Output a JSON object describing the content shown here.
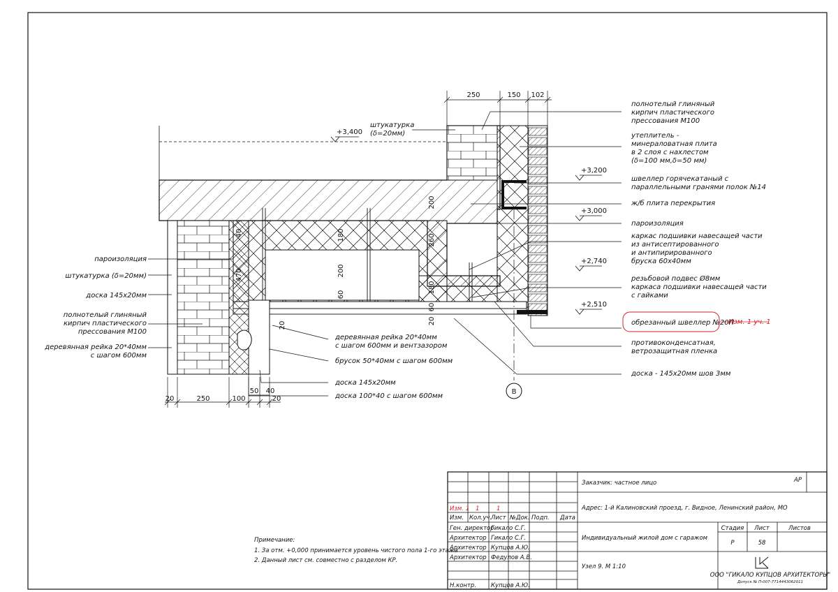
{
  "drawing": {
    "levels": {
      "l3400": "+3,400",
      "l3200": "+3,200",
      "l3000": "+3,000",
      "l2740": "+2,740",
      "l2510": "+2,510"
    },
    "dims_top": [
      "250",
      "150",
      "102"
    ],
    "dims_bottom": [
      "20",
      "250",
      "100",
      "50",
      "40",
      "20"
    ],
    "dims_inner": {
      "d200a": "200",
      "d260": "260",
      "d180a": "180",
      "d180b": "180",
      "d40": "40",
      "d470": "470",
      "d200b": "200",
      "d60a": "60",
      "d60b": "60",
      "d20a": "20",
      "d20b": "20"
    },
    "axis_mark": "В",
    "labels_left": [
      [
        "пароизоляция"
      ],
      [
        "штукатурка (δ=20мм)"
      ],
      [
        "доска 145x20мм"
      ],
      [
        "полнотелый глиняный",
        "кирпич пластического",
        "прессования М100"
      ],
      [
        "деревянная рейка 20*40мм",
        "с шагом 600мм"
      ]
    ],
    "labels_top": [
      "штукатурка",
      "(δ=20мм)"
    ],
    "labels_right": [
      [
        "полнотелый глиняный",
        "кирпич пластического",
        "прессования М100"
      ],
      [
        "утеплитель -",
        "минераловатная плита",
        "в 2 слоя с нахлестом",
        "(δ=100 мм,δ=50 мм)"
      ],
      [
        "швеллер горячекатаный с",
        "параллельными гранями полок №14"
      ],
      [
        "ж/б плита перекрытия"
      ],
      [
        "пароизоляция"
      ],
      [
        "каркас подшивки навесащей части",
        "из антисептированного",
        "и антипирированного",
        "бруска 60х40мм"
      ],
      [
        "резьбовой подвес Ø8мм",
        "каркаса подшивки навесащей части",
        "с гайками"
      ],
      [
        "обрезанный швеллер №20П"
      ],
      [
        "противоконденсатная,",
        "ветрозащитная пленка"
      ],
      [
        "доска - 145х20мм шов 3мм"
      ]
    ],
    "revision_label": "Изм. 1 уч. 1",
    "labels_bottom": [
      [
        "деревянная рейка 20*40мм",
        "с шагом 600мм и вентзазором"
      ],
      [
        "брусок 50*40мм с шагом 600мм"
      ],
      [
        "доска 145x20мм"
      ],
      [
        "доска 100*40 с шагом 600мм"
      ]
    ]
  },
  "notes": {
    "title": "Примечание:",
    "items": [
      "1.   За отм. +0,000 принимается уровень чистого пола 1-го этажа",
      "2.   Данный лист см. совместно с разделом КР."
    ]
  },
  "title_block": {
    "rev_row": [
      "Изм. 1",
      "1",
      "1"
    ],
    "headers": [
      "Изм.",
      "Кол.уч.",
      "Лист",
      "№Док.",
      "Подп.",
      "Дата"
    ],
    "staff": [
      [
        "Ген. директор",
        "Гикало С.Г."
      ],
      [
        "Архитектор",
        "Гикало С.Г."
      ],
      [
        "Архитектор",
        "Купцов А.Ю."
      ],
      [
        "Архитектор",
        "Федулов А.В."
      ],
      [
        "",
        ""
      ],
      [
        "Н.контр.",
        "Купцов А.Ю."
      ]
    ],
    "customer": "Заказчик: частное лицо",
    "code": "АР",
    "address": "Адрес: 1-й Калиновский проезд, г. Видное, Ленинский район, МО",
    "object": "Индивидуальный жилой дом с гаражом",
    "sheet_title": "Узел 9.  М 1:10",
    "stage_header": "Стадия",
    "sheet_header": "Лист",
    "sheets_header": "Листов",
    "stage": "Р",
    "sheet": "58",
    "sheets": "",
    "company": "ООО \"ГИКАЛО КУПЦОВ АРХИТЕКТОРЫ\"",
    "company_sub": "Допуск № П-007-7714443062011"
  },
  "colors": {
    "line": "#111111",
    "accent": "#d61f2a"
  }
}
